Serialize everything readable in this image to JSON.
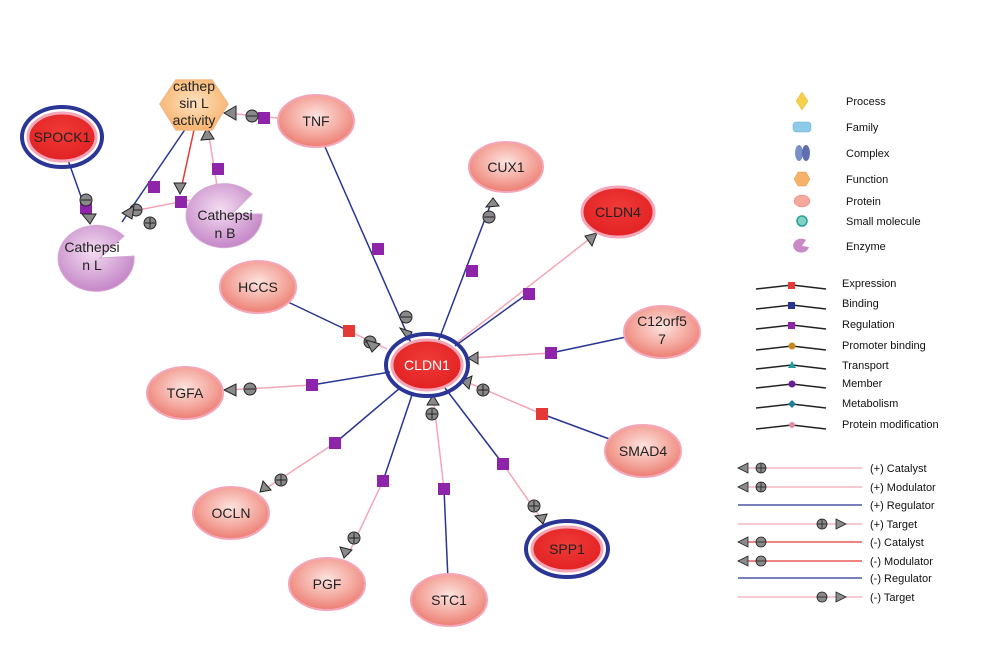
{
  "nodes": {
    "cldn1": "CLDN1",
    "spock1": "SPOCK1",
    "cathepsin_activity": [
      "cathep",
      "sin L",
      "activity"
    ],
    "tnf": "TNF",
    "cathepsin_b": [
      "Cathepsi",
      "n B"
    ],
    "cathepsin_l": [
      "Cathepsi",
      "n L"
    ],
    "cux1": "CUX1",
    "cldn4": "CLDN4",
    "hccs": "HCCS",
    "c12orf57": [
      "C12orf5",
      "7"
    ],
    "tgfa": "TGFA",
    "smad4": "SMAD4",
    "ocln": "OCLN",
    "spp1": "SPP1",
    "pgf": "PGF",
    "stc1": "STC1"
  },
  "legend": {
    "node_types": [
      {
        "icon": "diamond-icon",
        "label": "Process",
        "color": "#f5d04a"
      },
      {
        "icon": "family-icon",
        "label": "Family",
        "color": "#8ecbe8"
      },
      {
        "icon": "complex-icon",
        "label": "Complex",
        "color": "#6b7fb8"
      },
      {
        "icon": "hexagon-icon",
        "label": "Function",
        "color": "#f7b26a"
      },
      {
        "icon": "protein-icon",
        "label": "Protein",
        "color": "#f08a80"
      },
      {
        "icon": "small-molecule-icon",
        "label": "Small molecule",
        "color": "#2aa198"
      },
      {
        "icon": "enzyme-icon",
        "label": "Enzyme",
        "color": "#c88bc8"
      }
    ],
    "edge_types": [
      {
        "label": "Expression",
        "color": "#e53935"
      },
      {
        "label": "Binding",
        "color": "#283593"
      },
      {
        "label": "Regulation",
        "color": "#8e24aa"
      },
      {
        "label": "Promoter binding",
        "color": "#c7891f"
      },
      {
        "label": "Transport",
        "color": "#1f9c9c"
      },
      {
        "label": "Member",
        "color": "#6a1b9a"
      },
      {
        "label": "Metabolism",
        "color": "#1f7f9c"
      },
      {
        "label": "Protein modification",
        "color": "#e08aa0"
      }
    ],
    "effects": [
      "(+) Catalyst",
      "(+) Modulator",
      "(+) Regulator",
      "(+) Target",
      "(-) Catalyst",
      "(-) Modulator",
      "(-) Regulator",
      "(-) Target"
    ]
  },
  "colors": {
    "positive": "#f4a6b8",
    "negative": "#283593",
    "red_link": "#e53935",
    "regulation_box": "#8e24aa",
    "expression_box": "#e53935",
    "protein_fill": "#f08a80",
    "protein_highlight": "#e8262a",
    "seed_ring": "#2a3595",
    "enzyme_fill": "#c88bc8",
    "function_fill": "#f7b26a"
  }
}
